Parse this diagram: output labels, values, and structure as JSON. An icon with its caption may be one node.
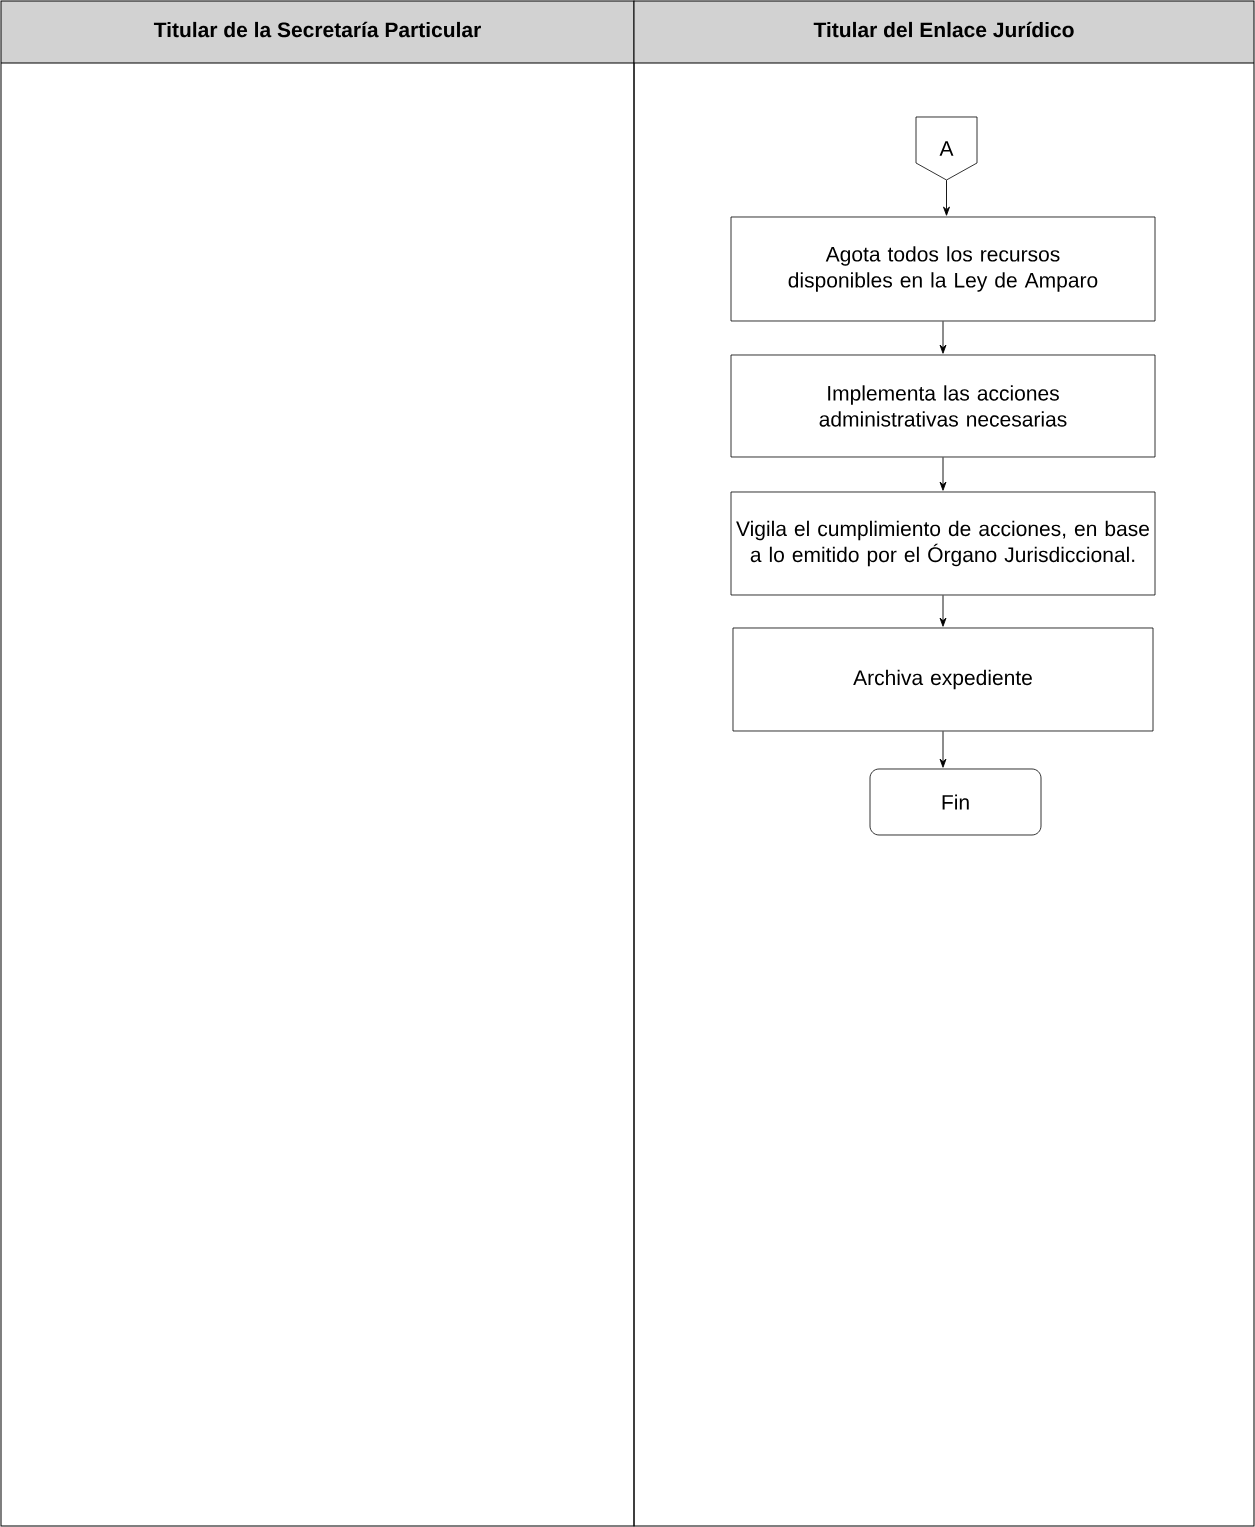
{
  "diagram": {
    "nodes": [
      {
        "text": [
          "Titular de la Secretaría Particular"
        ]
      },
      {
        "text": [
          "Titular del Enlace Jurídico"
        ]
      },
      {
        "text": [
          "A"
        ],
        "in": 1
      },
      {
        "text": [
          "Agota todos los recursos disponibles en la Ley de Amparo"
        ],
        "in": 1
      },
      {
        "text": [
          "Implementa las acciones administrativas necesarias"
        ],
        "in": 1
      },
      {
        "text": [
          "Vigila el cumplimiento de acciones, en base a lo emitido por el Órgano Jurisdiccional."
        ],
        "in": 1
      },
      {
        "text": [
          "Archiva expediente"
        ],
        "in": 1
      },
      {
        "text": [
          "Fin"
        ],
        "in": 1
      }
    ],
    "edges": [
      {
        "from": 2,
        "to": 3,
        "arrow": "to"
      },
      {
        "from": 3,
        "to": 4,
        "arrow": "to"
      },
      {
        "from": 4,
        "to": 5,
        "arrow": "to"
      },
      {
        "from": 5,
        "to": 6,
        "arrow": "to"
      },
      {
        "from": 6,
        "to": 7,
        "arrow": "to"
      }
    ]
  }
}
